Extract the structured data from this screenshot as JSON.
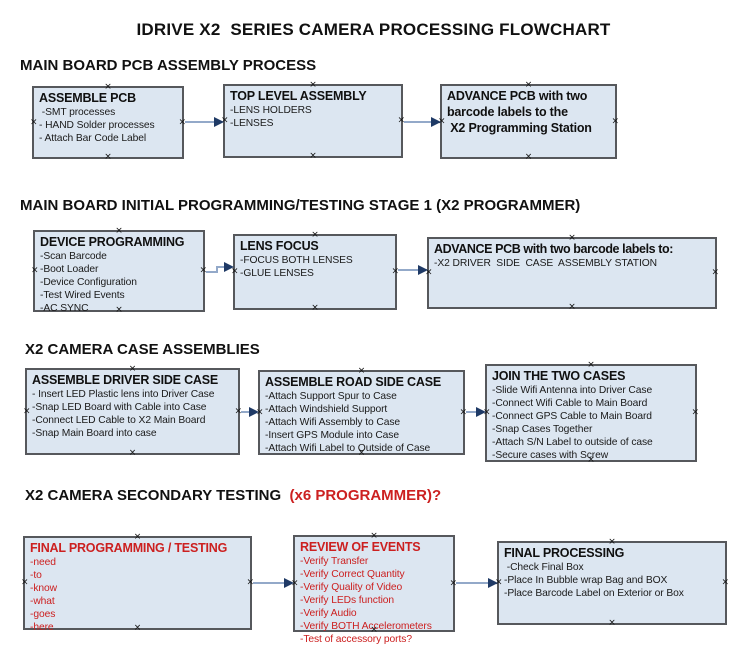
{
  "title": "IDRIVE X2  SERIES CAMERA PROCESSING FLOWCHART",
  "ui": {
    "anchor_glyph": "×"
  },
  "colors": {
    "box_fill": "#dce6f1",
    "box_border": "#56585c",
    "text": "#1a1a1a",
    "red": "#cc2020",
    "arrow_line": "#93a9c9",
    "arrow_head": "#1f3a66"
  },
  "sections": [
    {
      "heading": "MAIN BOARD PCB ASSEMBLY PROCESS",
      "boxes": [
        {
          "title": "ASSEMBLE PCB",
          "items": [
            " -SMT processes",
            "- HAND Solder processes",
            "- Attach Bar Code Label"
          ]
        },
        {
          "title": "TOP LEVEL ASSEMBLY",
          "items": [
            "-LENS HOLDERS",
            "-LENSES"
          ]
        },
        {
          "title": "ADVANCE PCB with two\nbarcode labels to the\n X2 Programming Station",
          "items": []
        }
      ]
    },
    {
      "heading": "MAIN BOARD INITIAL PROGRAMMING/TESTING STAGE 1 (X2 PROGRAMMER)",
      "boxes": [
        {
          "title": "DEVICE PROGRAMMING",
          "items": [
            "-Scan Barcode",
            "-Boot Loader",
            "-Device Configuration",
            "-Test Wired Events",
            "-AC SYNC"
          ]
        },
        {
          "title": "LENS FOCUS",
          "items": [
            "-FOCUS BOTH LENSES",
            "-GLUE LENSES"
          ]
        },
        {
          "title": "ADVANCE PCB with two barcode labels to:",
          "items": [
            "-X2 DRIVER  SIDE  CASE  ASSEMBLY STATION"
          ]
        }
      ]
    },
    {
      "heading": "X2 CAMERA CASE ASSEMBLIES",
      "boxes": [
        {
          "title": "ASSEMBLE DRIVER SIDE CASE",
          "items": [
            "- Insert LED Plastic lens into Driver Case",
            "-Snap LED Board with Cable into Case",
            "-Connect LED Cable to X2 Main Board",
            "-Snap Main Board into case"
          ]
        },
        {
          "title": "ASSEMBLE ROAD SIDE CASE",
          "items": [
            "-Attach Support Spur to Case",
            "-Attach Windshield Support",
            "-Attach Wifi Assembly to Case",
            "-Insert GPS Module into Case",
            "-Attach Wifi Label to Outside of Case"
          ]
        },
        {
          "title": "JOIN THE TWO CASES",
          "items": [
            "-Slide Wifi Antenna into Driver Case",
            "-Connect Wifi Cable to Main Board",
            "-Connect GPS Cable to Main Board",
            "-Snap Cases Together",
            "-Attach S/N Label to outside of case",
            "-Secure cases with Screw"
          ]
        }
      ]
    },
    {
      "heading": "X2 CAMERA SECONDARY TESTING ",
      "heading_suffix": " (x6 PROGRAMMER)?",
      "boxes": [
        {
          "title": "FINAL PROGRAMMING / TESTING",
          "items": [
            "-need",
            "-to",
            "-know",
            "-what",
            "-goes",
            "-here"
          ]
        },
        {
          "title": "REVIEW OF EVENTS",
          "items": [
            "-Verify Transfer",
            "-Verify Correct Quantity",
            "-Verify Quality of Video",
            "-Verify LEDs function",
            "-Verify Audio",
            "-Verify BOTH Accelerometers",
            "-Test of accessory ports?"
          ]
        },
        {
          "title": "FINAL PROCESSING",
          "items": [
            " -Check Final Box",
            "-Place In Bubble wrap Bag and BOX",
            "-Place Barcode Label on Exterior or Box"
          ]
        }
      ]
    }
  ]
}
